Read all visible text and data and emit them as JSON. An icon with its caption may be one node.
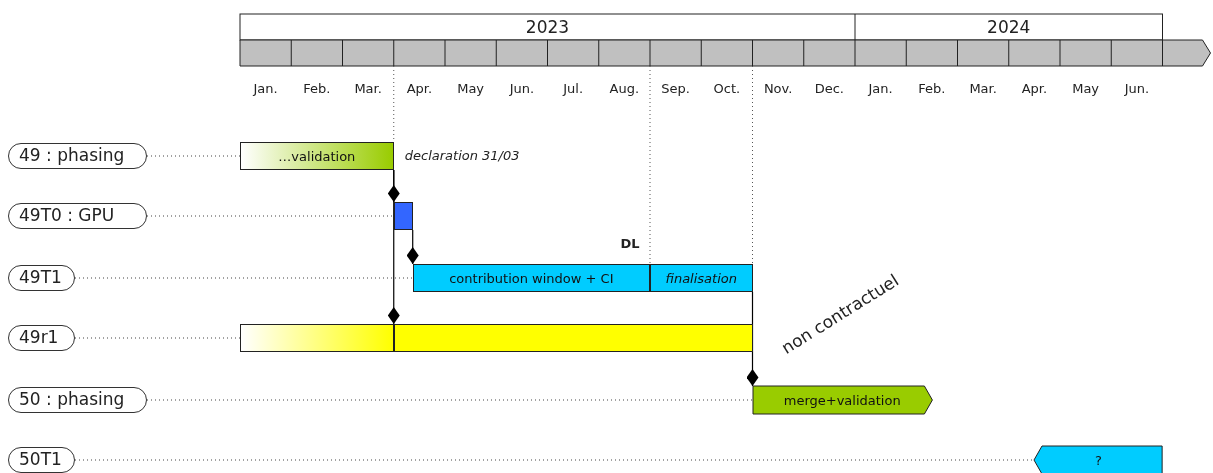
{
  "diagram": {
    "nodes": [
      {
        "text": [
          "49 : phasing"
        ]
      },
      {
        "text": [
          "…validation"
        ],
        "beside": [
          "declaration 31/03"
        ]
      },
      {
        "text": [
          "49T0 : GPU"
        ]
      },
      {
        "text": [],
        "shape": "bar"
      },
      {
        "text": [
          "49T1"
        ]
      },
      {
        "text": [
          "contribution window + CI"
        ]
      },
      {
        "text": [
          "finalisation"
        ]
      },
      {
        "text": [
          "49r1"
        ]
      },
      {
        "text": [],
        "shape": "bar"
      },
      {
        "text": [],
        "shape": "bar"
      },
      {
        "text": [
          "50 : phasing"
        ]
      },
      {
        "text": [
          "merge+validation"
        ]
      },
      {
        "text": [
          "50T1"
        ]
      },
      {
        "text": [
          "?"
        ]
      }
    ],
    "edges": [
      {
        "from": 0,
        "to": 1,
        "arrow": "none",
        "style": "dashed"
      },
      {
        "from": 1,
        "to": 3,
        "arrow": "other"
      },
      {
        "from": 2,
        "to": 3,
        "arrow": "none",
        "style": "dashed"
      },
      {
        "from": 1,
        "to": 9,
        "arrow": "other"
      },
      {
        "from": 3,
        "to": 5,
        "arrow": "other"
      },
      {
        "from": 4,
        "to": 5,
        "arrow": "none",
        "style": "dashed"
      },
      {
        "from": 7,
        "to": 8,
        "arrow": "none",
        "style": "dashed"
      },
      {
        "from": 6,
        "to": 11,
        "arrow": "other"
      },
      {
        "from": 10,
        "to": 11,
        "arrow": "none",
        "style": "dashed"
      },
      {
        "from": 12,
        "to": 13,
        "arrow": "none",
        "style": "dashed"
      }
    ],
    "labels": [
      "2023",
      "2024",
      "Jan.",
      "Feb.",
      "Mar.",
      "Apr.",
      "May",
      "Jun.",
      "Jul.",
      "Aug.",
      "Sep.",
      "Oct.",
      "Nov.",
      "Dec.",
      "Jan.",
      "Feb.",
      "Mar.",
      "Apr.",
      "May",
      "Jun.",
      "DL",
      "non contractuel"
    ]
  }
}
